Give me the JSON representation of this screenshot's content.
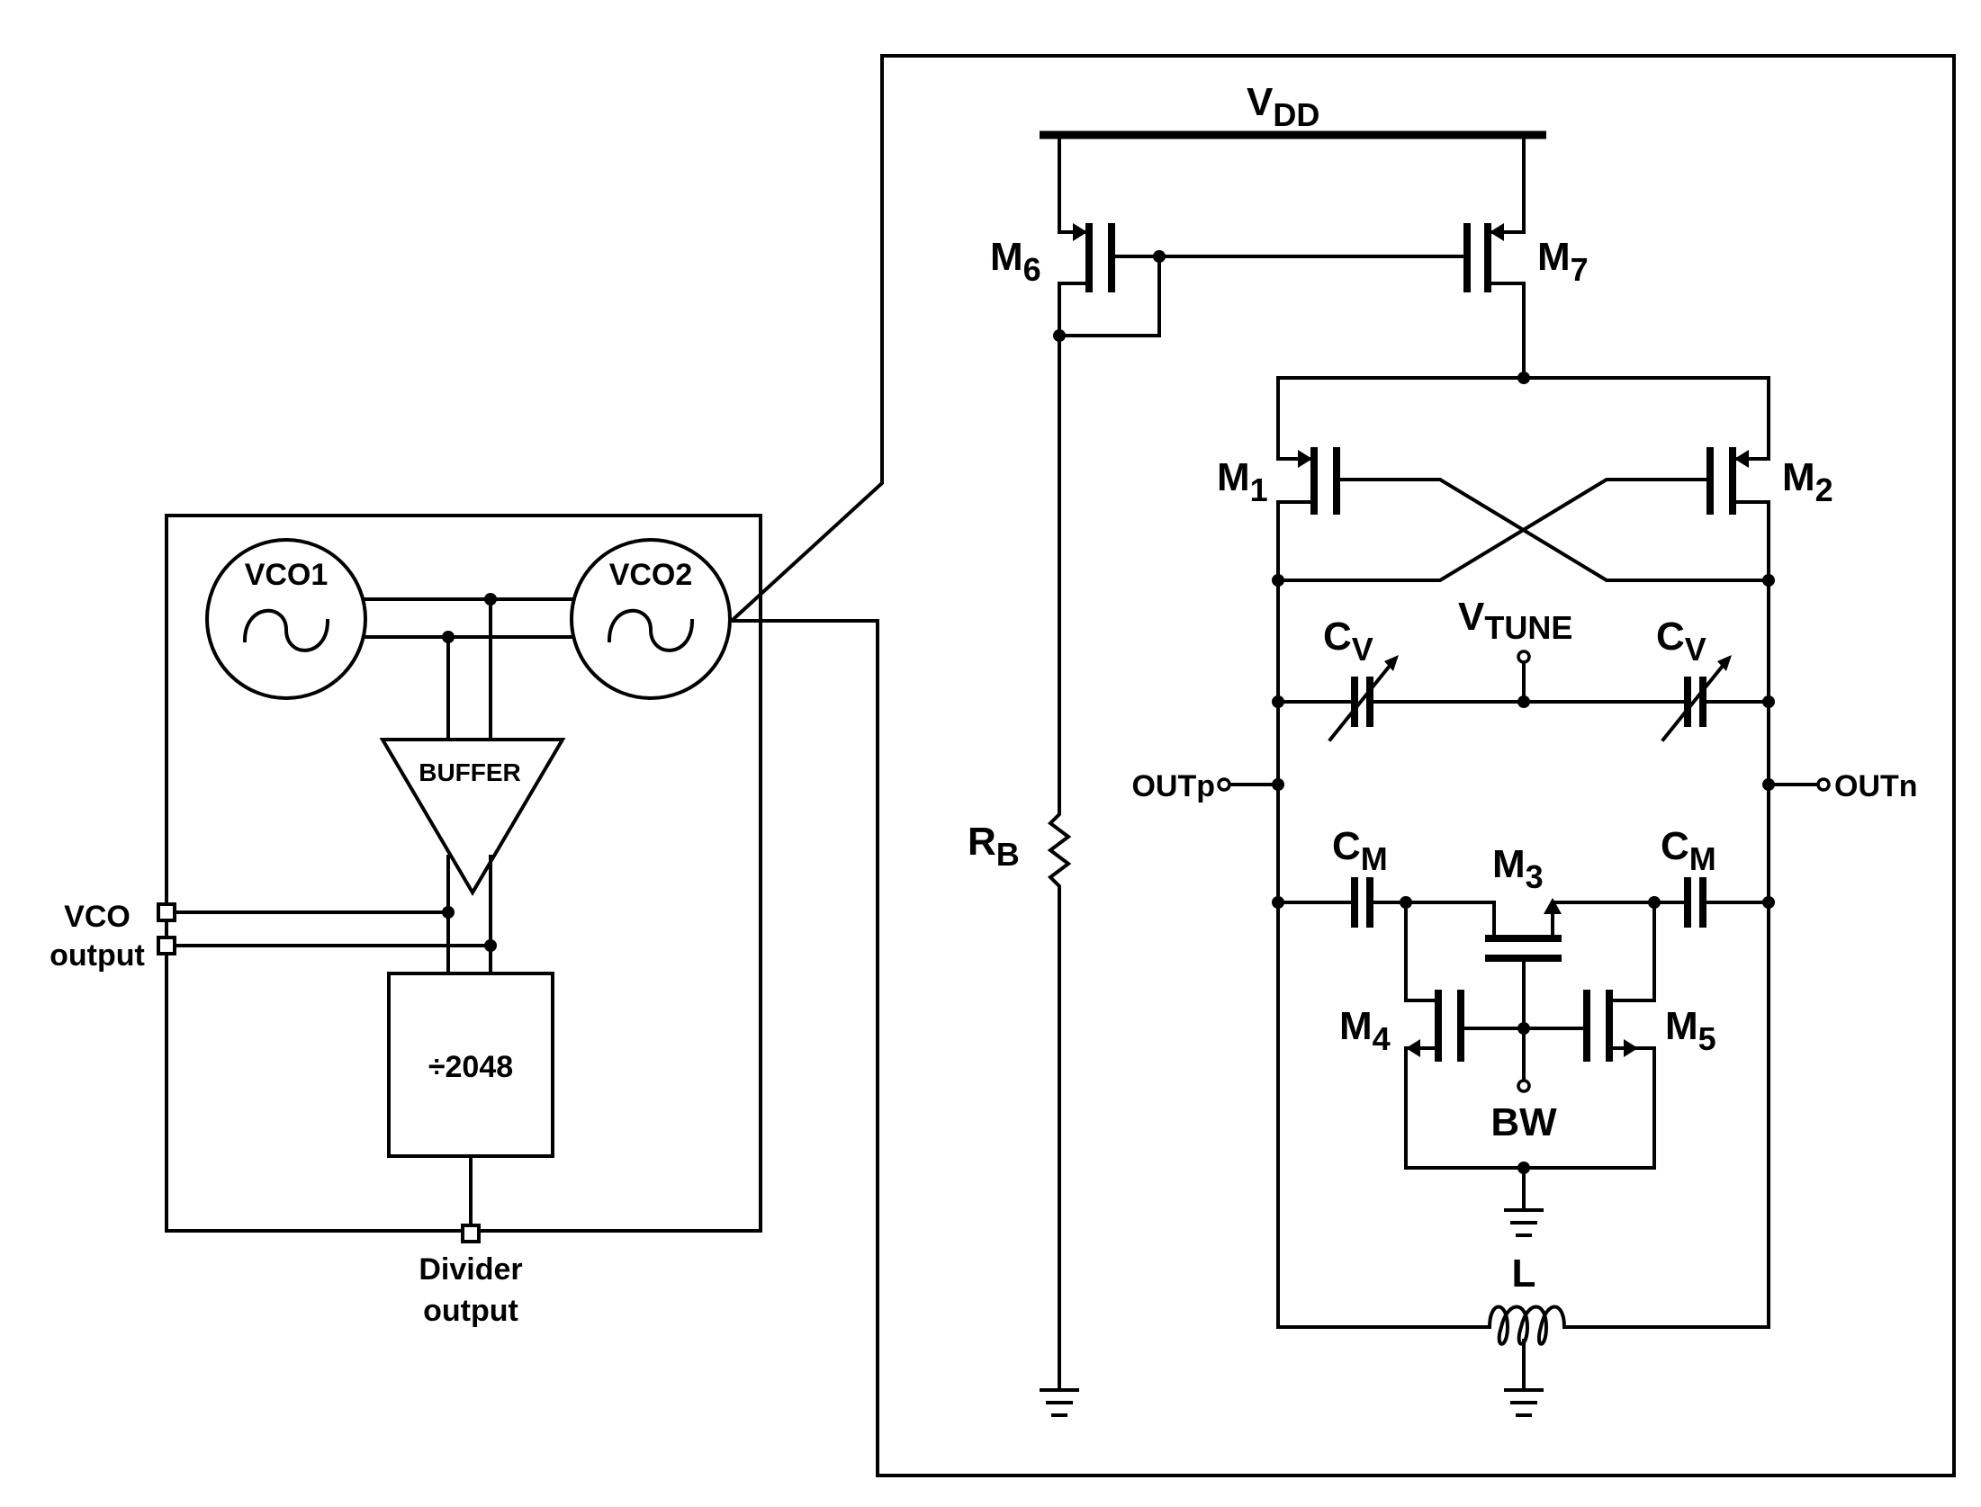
{
  "block": {
    "vco1": "VCO1",
    "vco2": "VCO2",
    "buffer": "BUFFER",
    "divider": "÷2048",
    "vco_output_line1": "VCO",
    "vco_output_line2": "output",
    "divider_output_line1": "Divider",
    "divider_output_line2": "output"
  },
  "circuit": {
    "vdd": {
      "main": "V",
      "sub": "DD"
    },
    "m6": {
      "main": "M",
      "sub": "6"
    },
    "m7": {
      "main": "M",
      "sub": "7"
    },
    "m1": {
      "main": "M",
      "sub": "1"
    },
    "m2": {
      "main": "M",
      "sub": "2"
    },
    "m3": {
      "main": "M",
      "sub": "3"
    },
    "m4": {
      "main": "M",
      "sub": "4"
    },
    "m5": {
      "main": "M",
      "sub": "5"
    },
    "rb": {
      "main": "R",
      "sub": "B"
    },
    "vtune": {
      "main": "V",
      "sub": "TUNE"
    },
    "cv_left": {
      "main": "C",
      "sub": "V"
    },
    "cv_right": {
      "main": "C",
      "sub": "V"
    },
    "cm_left": {
      "main": "C",
      "sub": "M"
    },
    "cm_right": {
      "main": "C",
      "sub": "M"
    },
    "outp": "OUTp",
    "outn": "OUTn",
    "bw": "BW",
    "l": "L"
  }
}
